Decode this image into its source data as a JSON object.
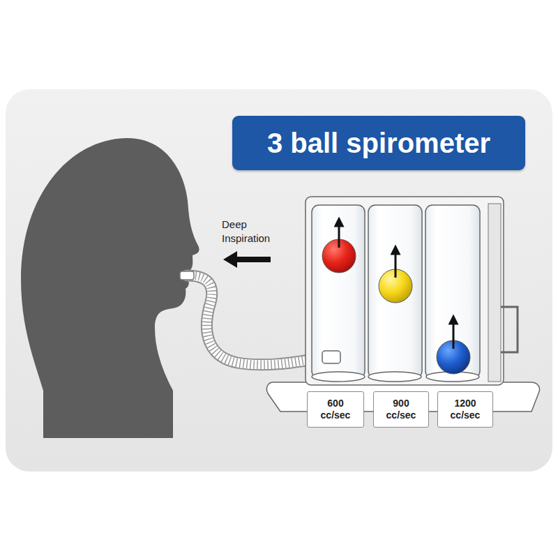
{
  "diagram": {
    "title": "3 ball spirometer",
    "nodes": [
      {
        "text": [
          "600 cc/sec"
        ]
      },
      {
        "text": [
          "900 cc/sec"
        ]
      },
      {
        "text": [
          "1200 cc/sec"
        ]
      }
    ],
    "labels": [
      "Deep Inspiration"
    ]
  }
}
